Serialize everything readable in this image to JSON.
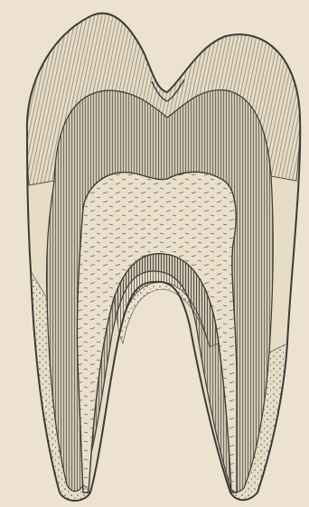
{
  "figure": {
    "subject": "tooth-longitudinal-section-engraving",
    "style": "pen-and-ink hatching",
    "colors": {
      "paper": "#ece2cf",
      "paper_shade": "#e6dac4",
      "ink": "#3b3b37",
      "ink_light": "#6a655b",
      "enamel_fill": "#e7dcc6",
      "dentin_fill": "#cfc4b0",
      "dentin_dark": "#8f887c",
      "pulp_fill": "#e9dfca",
      "cementum_fill": "#ece3d1"
    },
    "parts": [
      "enamel-cap",
      "dentin",
      "pulp-chamber",
      "root-canals",
      "cementum"
    ]
  }
}
